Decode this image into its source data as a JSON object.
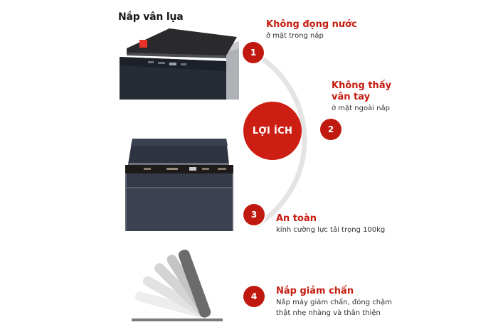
{
  "lid_title": "Nắp vân lụa",
  "center_label": "LỢI ÍCH",
  "colors": {
    "accent_red": "#c41c10",
    "circle_red": "#cc1e12",
    "arc_gray": "#e4e4e4",
    "machine_dark": "#2c3240",
    "lid_black": "#2a2a2c",
    "marker_red": "#e8322a"
  },
  "benefits": [
    {
      "number": "1",
      "title": "Không đọng nước",
      "subtitle": "ở mặt trong nắp"
    },
    {
      "number": "2",
      "title_line1": "Không thấy",
      "title_line2": "vân tay",
      "subtitle": "ở mặt ngoài nắp"
    },
    {
      "number": "3",
      "title": "An toàn",
      "subtitle": "kính cường lực tải trọng 100kg"
    },
    {
      "number": "4",
      "title": "Nắp giảm chấn",
      "subtitle_line1": "Nắp máy giảm chấn, đóng chậm",
      "subtitle_line2": "thật nhẹ nhàng và thân thiện"
    }
  ]
}
